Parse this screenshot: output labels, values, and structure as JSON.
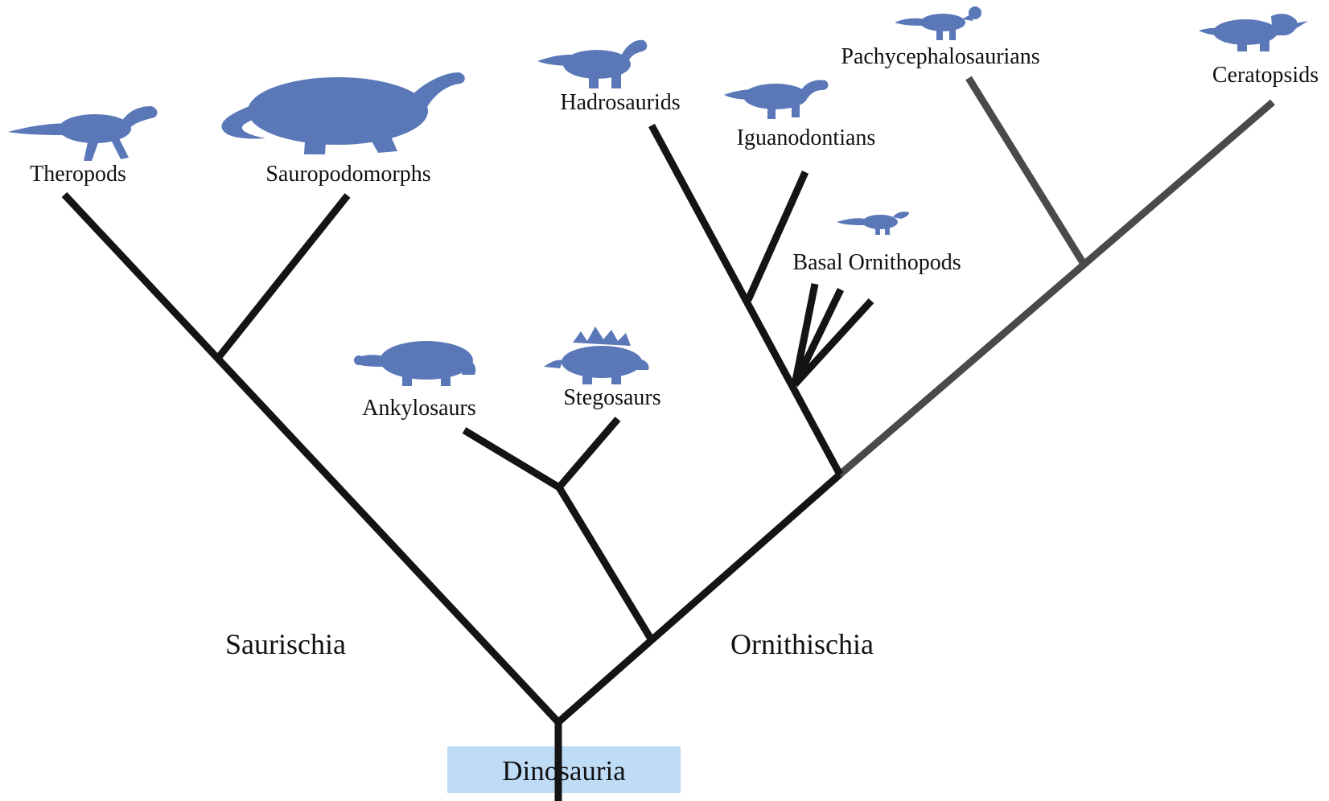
{
  "root": {
    "label": "Dinosauria",
    "box_color": "#bfdcf7"
  },
  "groups": {
    "saurischia": "Saurischia",
    "ornithischia": "Ornithischia"
  },
  "taxa": {
    "theropods": "Theropods",
    "sauropodomorphs": "Sauropodomorphs",
    "ankylosaurs": "Ankylosaurs",
    "stegosaurs": "Stegosaurs",
    "hadrosaurids": "Hadrosaurids",
    "iguanodontians": "Iguanodontians",
    "basal_ornithopods": "Basal Ornithopods",
    "pachycephalosaurians": "Pachycephalosaurians",
    "ceratopsids": "Ceratopsids"
  },
  "colors": {
    "branch": "#141414",
    "branch_faded": "#4a4a4a",
    "silhouette": "#5a78b8"
  },
  "icons": {
    "theropods": "theropod-silhouette-icon",
    "sauropodomorphs": "sauropod-silhouette-icon",
    "ankylosaurs": "ankylosaur-silhouette-icon",
    "stegosaurs": "stegosaur-silhouette-icon",
    "hadrosaurids": "hadrosaur-silhouette-icon",
    "iguanodontians": "iguanodon-silhouette-icon",
    "basal_ornithopods": "ornithopod-silhouette-icon",
    "pachycephalosaurians": "pachycephalosaur-silhouette-icon",
    "ceratopsids": "ceratopsid-silhouette-icon"
  }
}
